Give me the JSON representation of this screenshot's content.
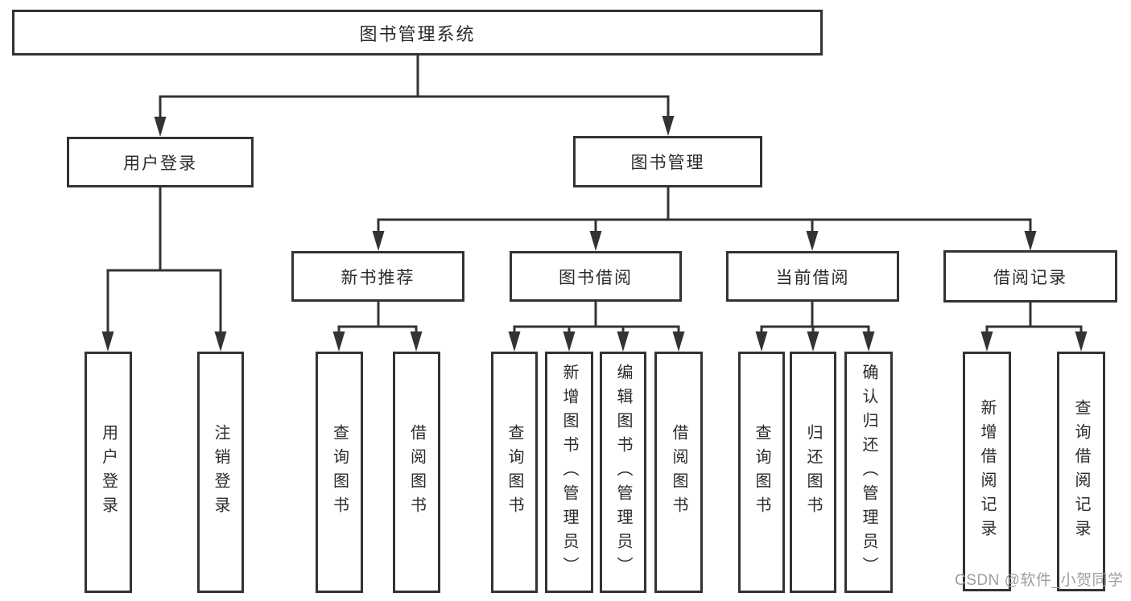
{
  "diagram": {
    "root": {
      "label": "图书管理系统"
    },
    "branches": [
      {
        "label": "用户登录",
        "children": [
          {
            "label": "用户登录"
          },
          {
            "label": "注销登录"
          }
        ]
      },
      {
        "label": "图书管理",
        "children": [
          {
            "label": "新书推荐",
            "children": [
              {
                "label": "查询图书"
              },
              {
                "label": "借阅图书"
              }
            ]
          },
          {
            "label": "图书借阅",
            "children": [
              {
                "label": "查询图书"
              },
              {
                "label": "新增图书（管理员）"
              },
              {
                "label": "编辑图书（管理员）"
              },
              {
                "label": "借阅图书"
              }
            ]
          },
          {
            "label": "当前借阅",
            "children": [
              {
                "label": "查询图书"
              },
              {
                "label": "归还图书"
              },
              {
                "label": "确认归还（管理员）"
              }
            ]
          },
          {
            "label": "借阅记录",
            "children": [
              {
                "label": "新增借阅记录"
              },
              {
                "label": "查询借阅记录"
              }
            ]
          }
        ]
      }
    ]
  },
  "watermark": {
    "text": "CSDN @软件_小贺同学",
    "color": "#9e9e9e"
  },
  "colors": {
    "line": "#333333",
    "box_border": "#333333",
    "box_fill": "#ffffff",
    "text": "#2b2b2b",
    "background": "#ffffff"
  }
}
